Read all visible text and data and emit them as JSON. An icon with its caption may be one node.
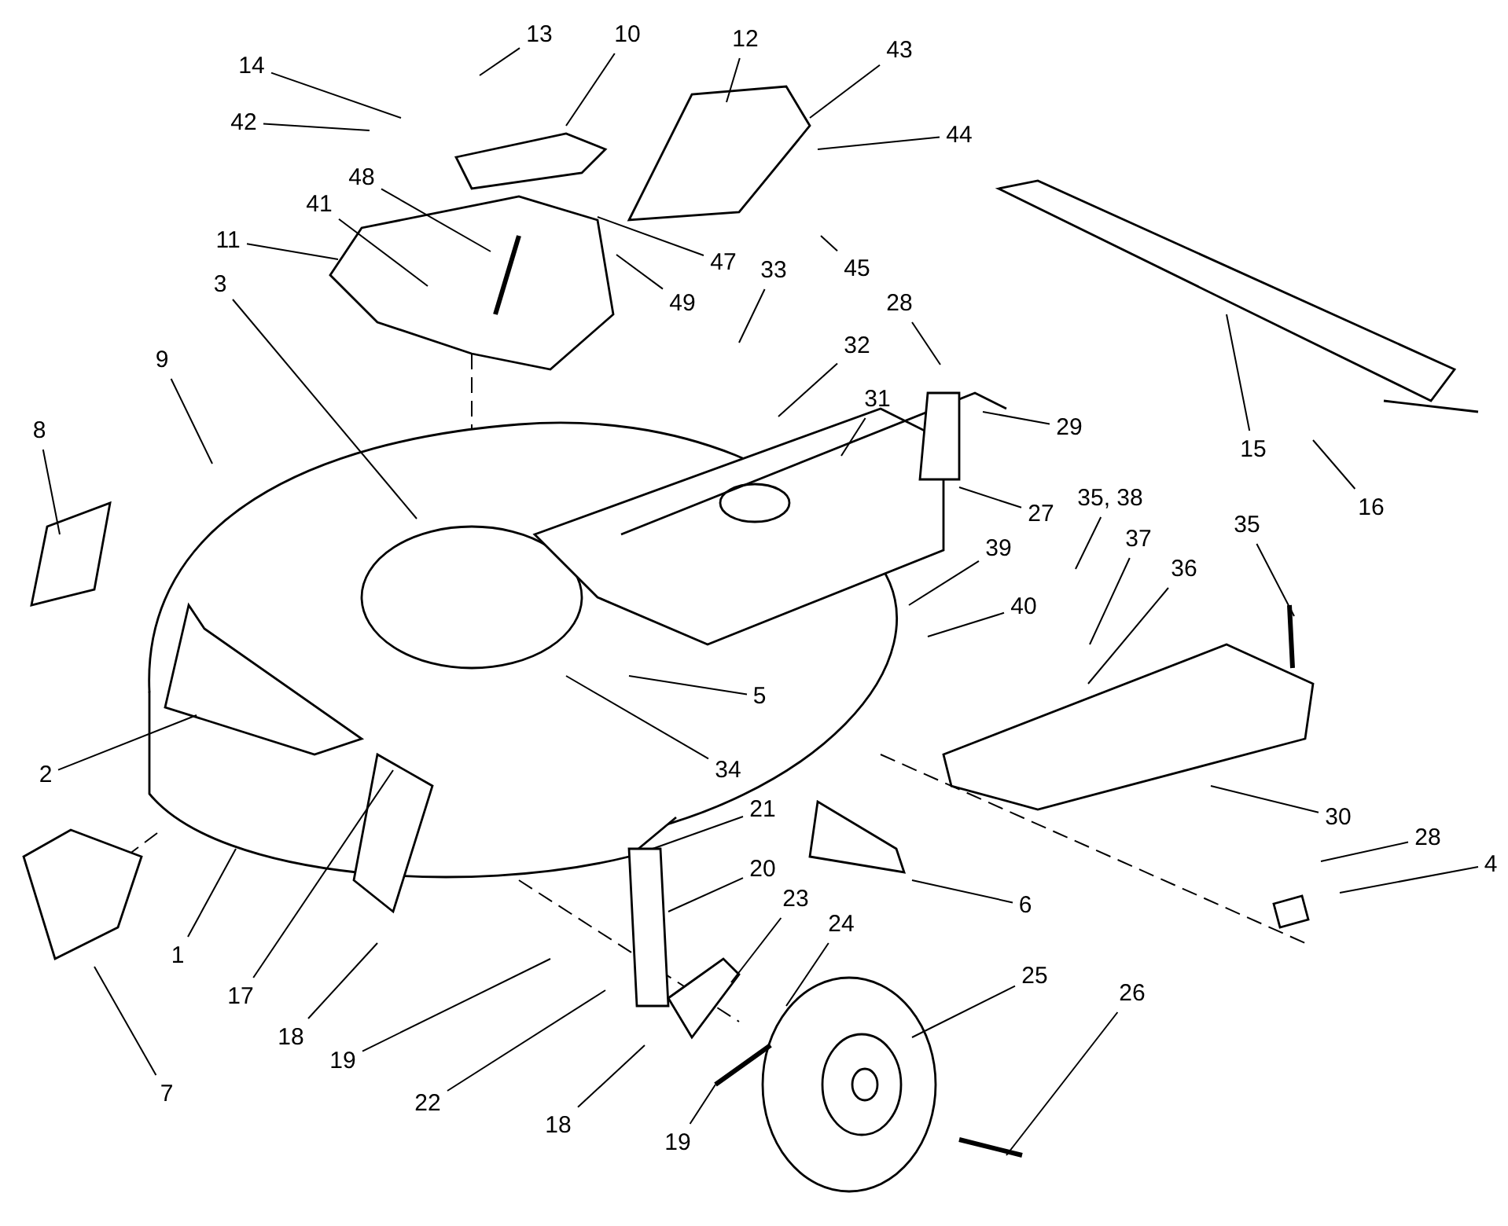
{
  "diagram": {
    "nodes": [
      {
        "text": [
          "14"
        ]
      },
      {
        "text": [
          "13"
        ]
      },
      {
        "text": [
          "10"
        ]
      },
      {
        "text": [
          "12"
        ]
      },
      {
        "text": [
          "43"
        ]
      },
      {
        "text": [
          "42"
        ]
      },
      {
        "text": [
          "44"
        ]
      },
      {
        "text": [
          "48"
        ]
      },
      {
        "text": [
          "41"
        ]
      },
      {
        "text": [
          "11"
        ]
      },
      {
        "text": [
          "47"
        ]
      },
      {
        "text": [
          "45"
        ]
      },
      {
        "text": [
          "49"
        ]
      },
      {
        "text": [
          "33"
        ]
      },
      {
        "text": [
          "28"
        ]
      },
      {
        "text": [
          "3"
        ]
      },
      {
        "text": [
          "32"
        ]
      },
      {
        "text": [
          "9"
        ]
      },
      {
        "text": [
          "31"
        ]
      },
      {
        "text": [
          "29"
        ]
      },
      {
        "text": [
          "15"
        ]
      },
      {
        "text": [
          "8"
        ]
      },
      {
        "text": [
          "16"
        ]
      },
      {
        "text": [
          "27"
        ]
      },
      {
        "text": [
          "35, 38"
        ]
      },
      {
        "text": [
          "35"
        ]
      },
      {
        "text": [
          "37"
        ]
      },
      {
        "text": [
          "39"
        ]
      },
      {
        "text": [
          "36"
        ]
      },
      {
        "text": [
          "40"
        ]
      },
      {
        "text": [
          "5"
        ]
      },
      {
        "text": [
          "2"
        ]
      },
      {
        "text": [
          "34"
        ]
      },
      {
        "text": [
          "30"
        ]
      },
      {
        "text": [
          "21"
        ]
      },
      {
        "text": [
          "28"
        ]
      },
      {
        "text": [
          "4"
        ]
      },
      {
        "text": [
          "20"
        ]
      },
      {
        "text": [
          "23"
        ]
      },
      {
        "text": [
          "6"
        ]
      },
      {
        "text": [
          "24"
        ]
      },
      {
        "text": [
          "1"
        ]
      },
      {
        "text": [
          "25"
        ]
      },
      {
        "text": [
          "26"
        ]
      },
      {
        "text": [
          "17"
        ]
      },
      {
        "text": [
          "18"
        ]
      },
      {
        "text": [
          "19"
        ]
      },
      {
        "text": [
          "7"
        ]
      },
      {
        "text": [
          "22"
        ]
      },
      {
        "text": [
          "18"
        ]
      },
      {
        "text": [
          "19"
        ]
      }
    ],
    "edges": [
      {
        "from": 0,
        "to": null,
        "arrow": "none"
      },
      {
        "from": 1,
        "to": null,
        "arrow": "none"
      },
      {
        "from": 2,
        "to": null,
        "arrow": "none"
      },
      {
        "from": 3,
        "to": null,
        "arrow": "none"
      },
      {
        "from": 4,
        "to": null,
        "arrow": "none"
      },
      {
        "from": 5,
        "to": null,
        "arrow": "none"
      },
      {
        "from": 6,
        "to": null,
        "arrow": "none"
      },
      {
        "from": 7,
        "to": null,
        "arrow": "none"
      },
      {
        "from": 8,
        "to": null,
        "arrow": "none"
      },
      {
        "from": 9,
        "to": null,
        "arrow": "none"
      },
      {
        "from": 10,
        "to": null,
        "arrow": "none"
      },
      {
        "from": 11,
        "to": null,
        "arrow": "none"
      },
      {
        "from": 12,
        "to": null,
        "arrow": "none"
      },
      {
        "from": 13,
        "to": null,
        "arrow": "none"
      },
      {
        "from": 14,
        "to": null,
        "arrow": "none"
      },
      {
        "from": 15,
        "to": null,
        "arrow": "none"
      },
      {
        "from": 16,
        "to": null,
        "arrow": "none"
      },
      {
        "from": 17,
        "to": null,
        "arrow": "none"
      },
      {
        "from": 18,
        "to": null,
        "arrow": "none"
      },
      {
        "from": 19,
        "to": null,
        "arrow": "none"
      },
      {
        "from": 20,
        "to": null,
        "arrow": "none"
      },
      {
        "from": 21,
        "to": null,
        "arrow": "none"
      },
      {
        "from": 22,
        "to": null,
        "arrow": "none"
      },
      {
        "from": 23,
        "to": null,
        "arrow": "none"
      },
      {
        "from": 24,
        "to": null,
        "arrow": "none"
      },
      {
        "from": 25,
        "to": null,
        "arrow": "none"
      },
      {
        "from": 26,
        "to": null,
        "arrow": "none"
      },
      {
        "from": 27,
        "to": null,
        "arrow": "none"
      },
      {
        "from": 28,
        "to": null,
        "arrow": "none"
      },
      {
        "from": 29,
        "to": null,
        "arrow": "none"
      },
      {
        "from": 30,
        "to": null,
        "arrow": "none"
      },
      {
        "from": 31,
        "to": null,
        "arrow": "none"
      },
      {
        "from": 32,
        "to": null,
        "arrow": "none"
      },
      {
        "from": 33,
        "to": null,
        "arrow": "none"
      },
      {
        "from": 34,
        "to": null,
        "arrow": "none"
      },
      {
        "from": 35,
        "to": null,
        "arrow": "none"
      },
      {
        "from": 36,
        "to": null,
        "arrow": "none"
      },
      {
        "from": 37,
        "to": null,
        "arrow": "none"
      },
      {
        "from": 38,
        "to": null,
        "arrow": "none"
      },
      {
        "from": 39,
        "to": null,
        "arrow": "none"
      },
      {
        "from": 40,
        "to": null,
        "arrow": "none"
      },
      {
        "from": 41,
        "to": null,
        "arrow": "none"
      },
      {
        "from": 42,
        "to": null,
        "arrow": "none"
      },
      {
        "from": 43,
        "to": null,
        "arrow": "none"
      },
      {
        "from": 44,
        "to": null,
        "arrow": "none"
      },
      {
        "from": 45,
        "to": null,
        "arrow": "none"
      },
      {
        "from": 46,
        "to": null,
        "arrow": "none"
      },
      {
        "from": 47,
        "to": null,
        "arrow": "none"
      },
      {
        "from": 48,
        "to": null,
        "arrow": "none"
      },
      {
        "from": 49,
        "to": null,
        "arrow": "none"
      },
      {
        "from": 50,
        "to": null,
        "arrow": "none"
      }
    ]
  }
}
